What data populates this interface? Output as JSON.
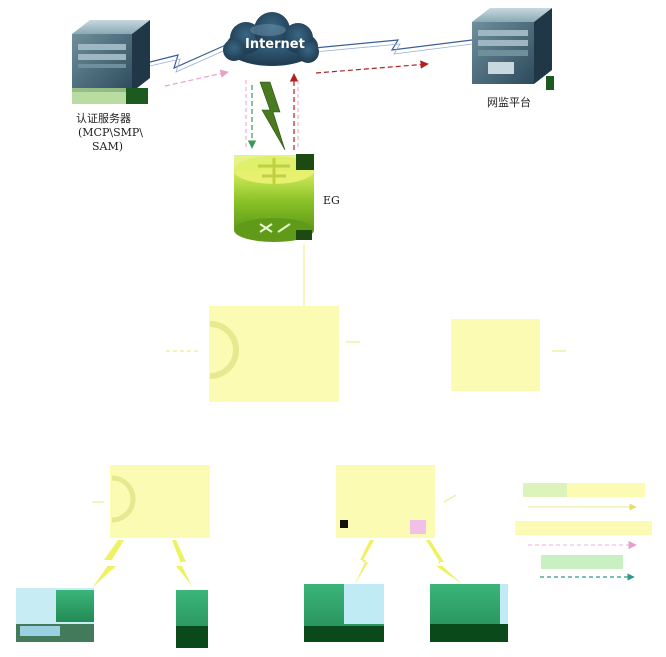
{
  "cloud": {
    "label": "Internet"
  },
  "auth_server": {
    "line1": "认证服务器",
    "line2": "(MCP\\SMP\\",
    "line3": "SAM)"
  },
  "monitor_platform": {
    "label": "网监平台"
  },
  "gateway": {
    "label": "EG"
  },
  "colors": {
    "server_dark": "#2d4a5c",
    "server_light": "#8aa9b5",
    "cloud": "#22435a",
    "gateway_green": "#7fbf20",
    "gateway_yellow": "#e8f070",
    "lightning": "#e8f040",
    "box_yellow": "#fbfbb4",
    "terminal_green": "#2ea36a",
    "terminal_dark": "#0a4a1a",
    "line_blue": "#3a5f9a",
    "arrow_pink": "#e8a0c8",
    "arrow_red": "#b02020",
    "arrow_green": "#3a9a5a"
  }
}
